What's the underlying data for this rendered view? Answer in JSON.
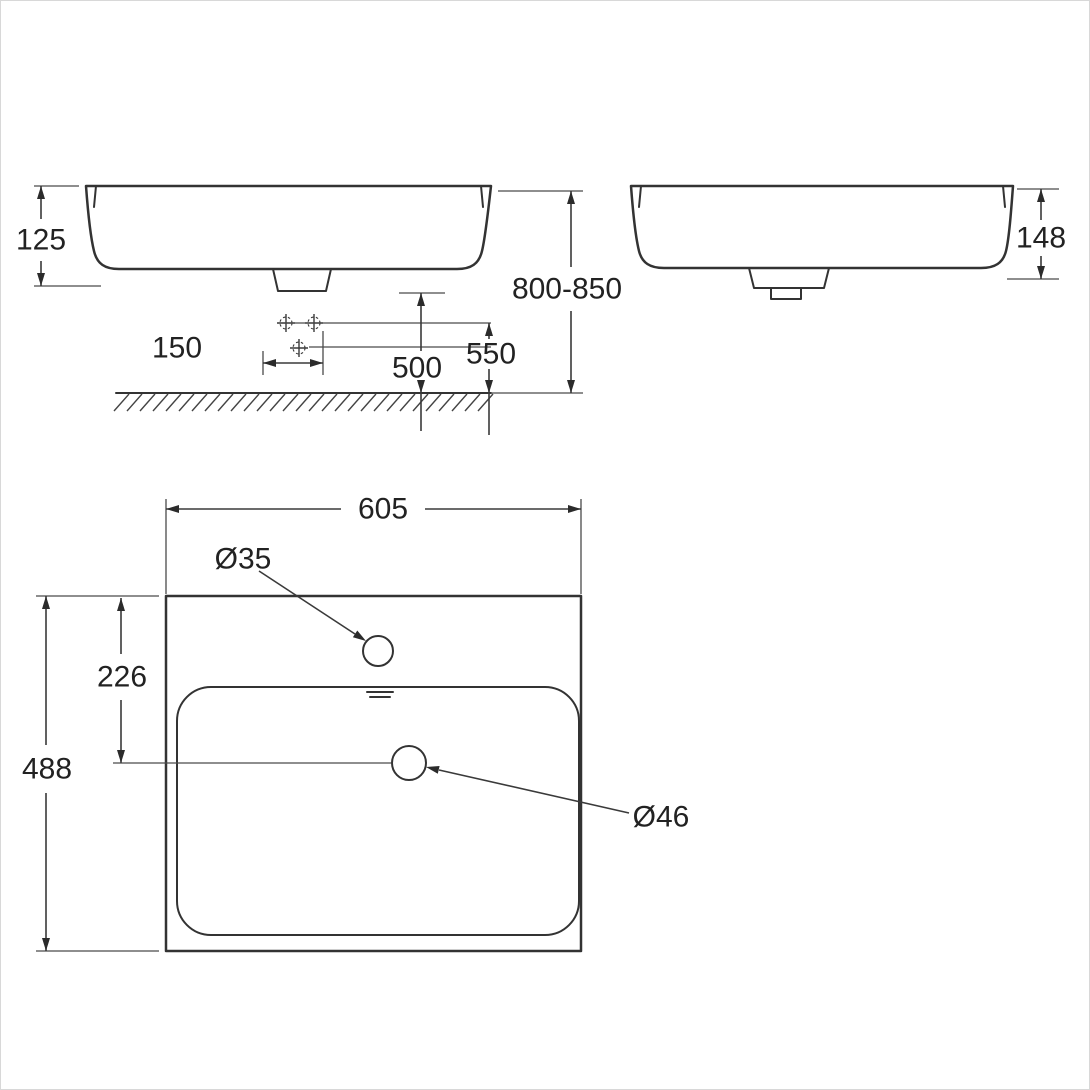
{
  "drawing": {
    "front_view": {
      "basin_height_label": "125",
      "installation_height_label": "800-850",
      "hole_spacing_label": "150",
      "drain_height_label": "500",
      "fixing_height_label": "550"
    },
    "side_view": {
      "overall_height_label": "148"
    },
    "top_view": {
      "width_label": "605",
      "depth_label": "488",
      "drain_offset_label": "226",
      "faucet_hole_label": "Ø35",
      "drain_hole_label": "Ø46"
    }
  }
}
